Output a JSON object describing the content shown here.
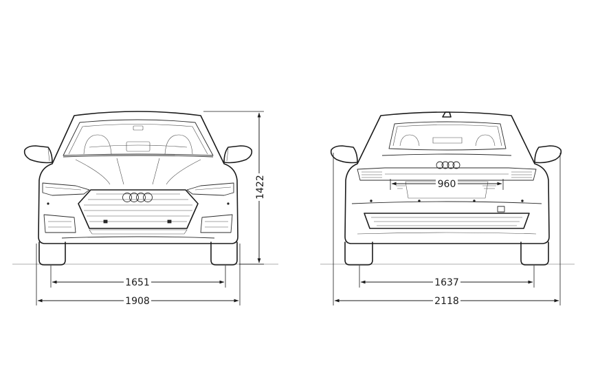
{
  "dimensions": {
    "front_track": "1651",
    "front_width": "1908",
    "height": "1422",
    "rear_track": "1637",
    "rear_width_mirrors": "2118",
    "rear_opening": "960"
  },
  "colors": {
    "line": "#1a1a1a",
    "ground": "#c8c8c8",
    "background": "#ffffff"
  }
}
